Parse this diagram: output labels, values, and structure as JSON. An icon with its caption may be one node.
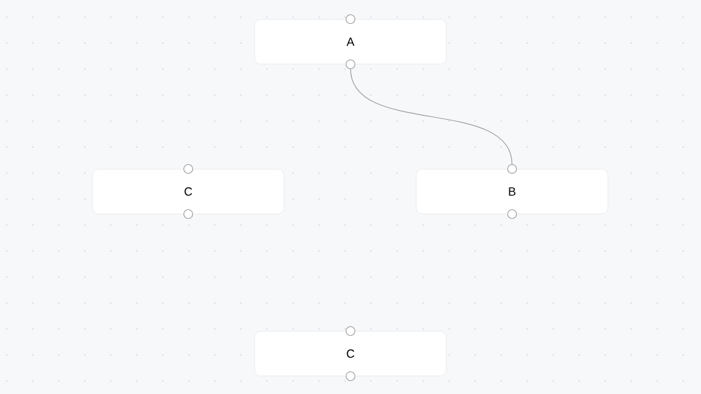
{
  "diagram": {
    "nodes": [
      {
        "text": [
          "A"
        ]
      },
      {
        "text": [
          "C"
        ]
      },
      {
        "text": [
          "B"
        ]
      },
      {
        "text": [
          "C"
        ]
      }
    ],
    "edges": [
      {
        "from": 0,
        "to": 2,
        "arrow": "none"
      }
    ]
  }
}
